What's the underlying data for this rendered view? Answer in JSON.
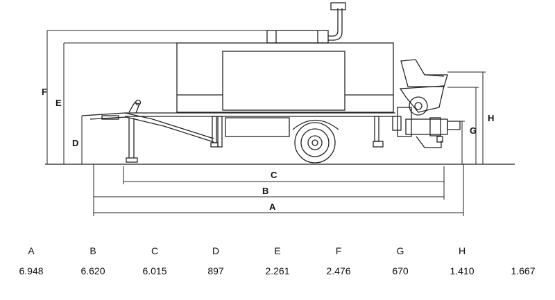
{
  "drawing": {
    "dimension_labels": {
      "A": "A",
      "B": "B",
      "C": "C",
      "D": "D",
      "E": "E",
      "F": "F",
      "G": "G",
      "H": "H"
    }
  },
  "spec_table": {
    "headers": [
      "A",
      "B",
      "C",
      "D",
      "E",
      "F",
      "G",
      "H"
    ],
    "values": [
      "6.948",
      "6.620",
      "6.015",
      "897",
      "2.261",
      "2.476",
      "670",
      "1.410",
      "1.667"
    ]
  }
}
